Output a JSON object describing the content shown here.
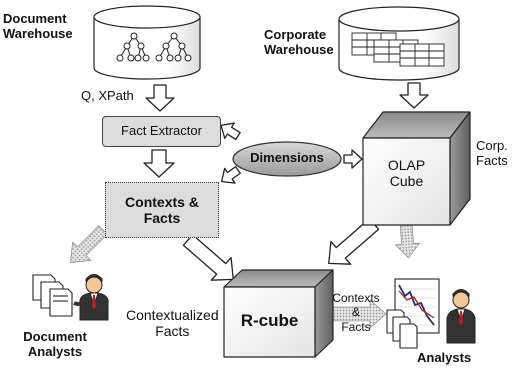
{
  "sources": {
    "document_warehouse": {
      "line1": "Document",
      "line2": "Warehouse"
    },
    "corporate_warehouse": {
      "line1": "Corporate",
      "line2": "Warehouse"
    }
  },
  "query_label": "Q, XPath",
  "fact_extractor": "Fact Extractor",
  "contexts_facts": {
    "line1": "Contexts &",
    "line2": "Facts"
  },
  "dimensions": "Dimensions",
  "olap_cube": {
    "line1": "OLAP",
    "line2": "Cube"
  },
  "corp_facts": {
    "line1": "Corp.",
    "line2": "Facts"
  },
  "contextualized_facts": {
    "line1": "Contextualized",
    "line2": "Facts"
  },
  "r_cube": "R-cube",
  "arrow_label": {
    "line1": "Contexts",
    "line2": "&",
    "line3": "Facts"
  },
  "document_analysts": {
    "line1": "Document",
    "line2": "Analysts"
  },
  "analysts": "Analysts"
}
